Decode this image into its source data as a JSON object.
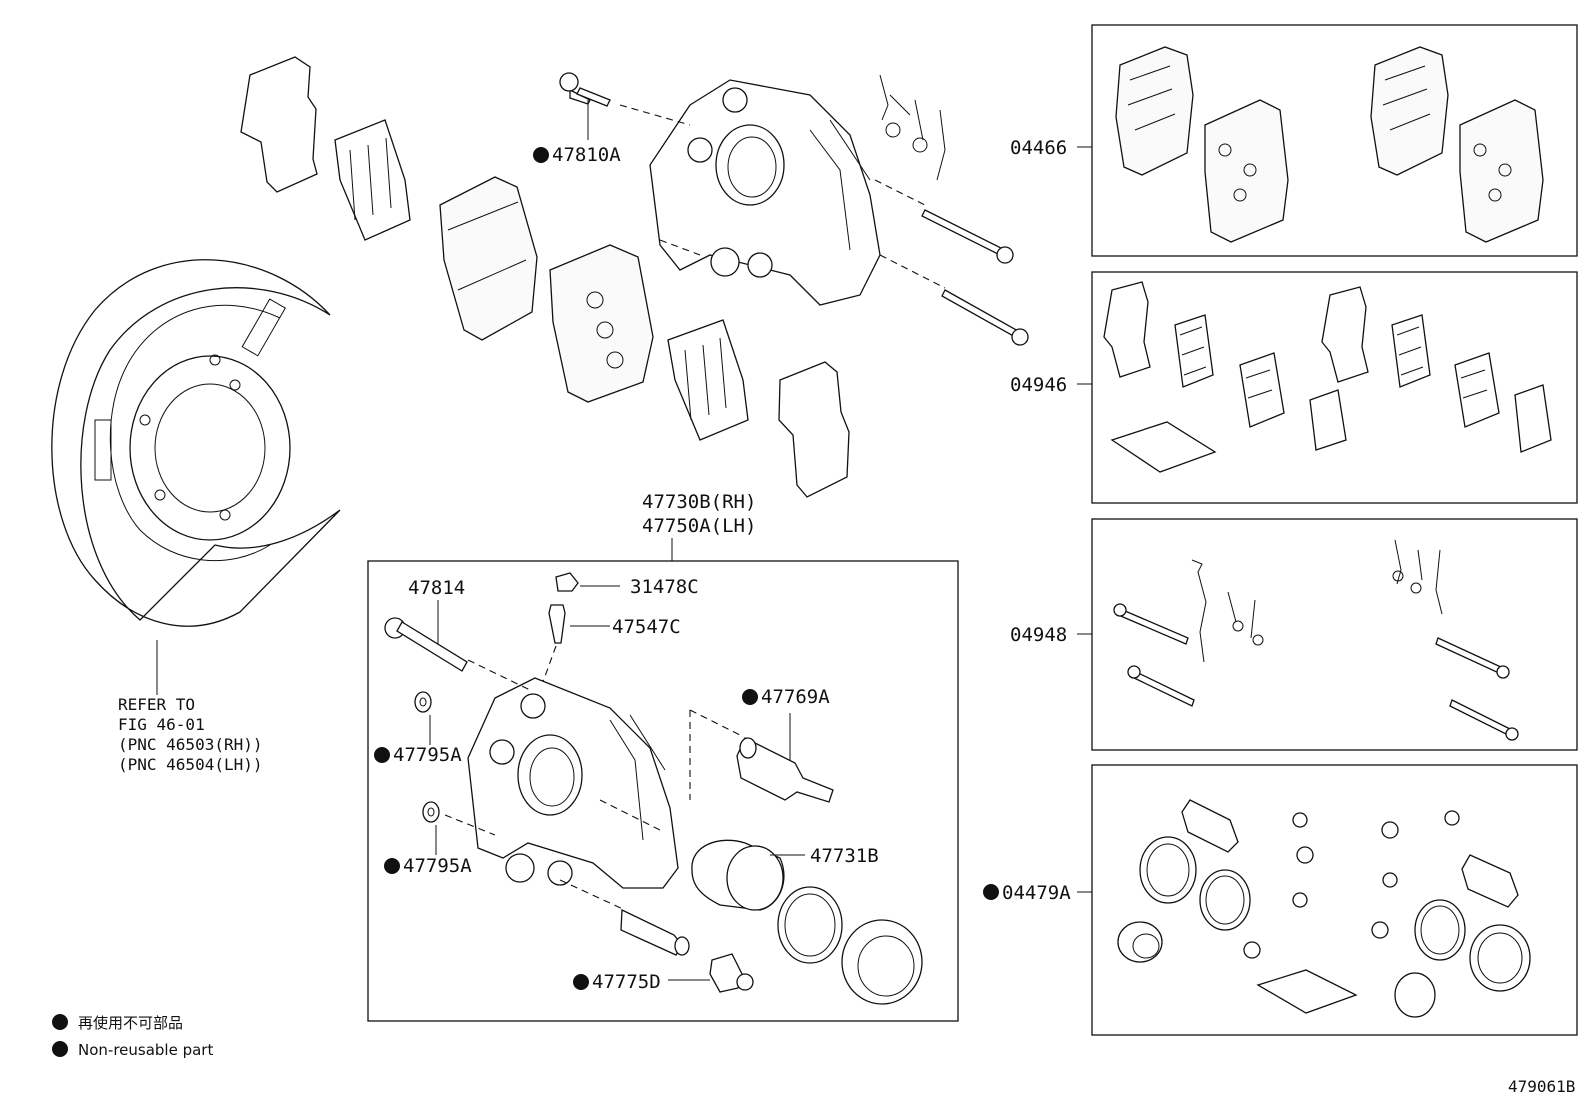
{
  "labels": {
    "p47810A": "47810A",
    "p04466": "04466",
    "p04946": "04946",
    "p04948": "04948",
    "p04479A": "04479A",
    "p47730B": "47730B(RH)",
    "p47750A": "47750A(LH)",
    "p47814": "47814",
    "p31478C": "31478C",
    "p47547C": "47547C",
    "p47769A": "47769A",
    "p47795A_1": "47795A",
    "p47795A_2": "47795A",
    "p47731B": "47731B",
    "p47775D": "47775D",
    "refer_1": "REFER TO",
    "refer_2": "FIG 46-01",
    "refer_3": "(PNC 46503(RH))",
    "refer_4": "(PNC 46504(LH))"
  },
  "legend": {
    "line1": "再使用不可部品",
    "line2": "Non-reusable part"
  },
  "figure_id": "479061B"
}
